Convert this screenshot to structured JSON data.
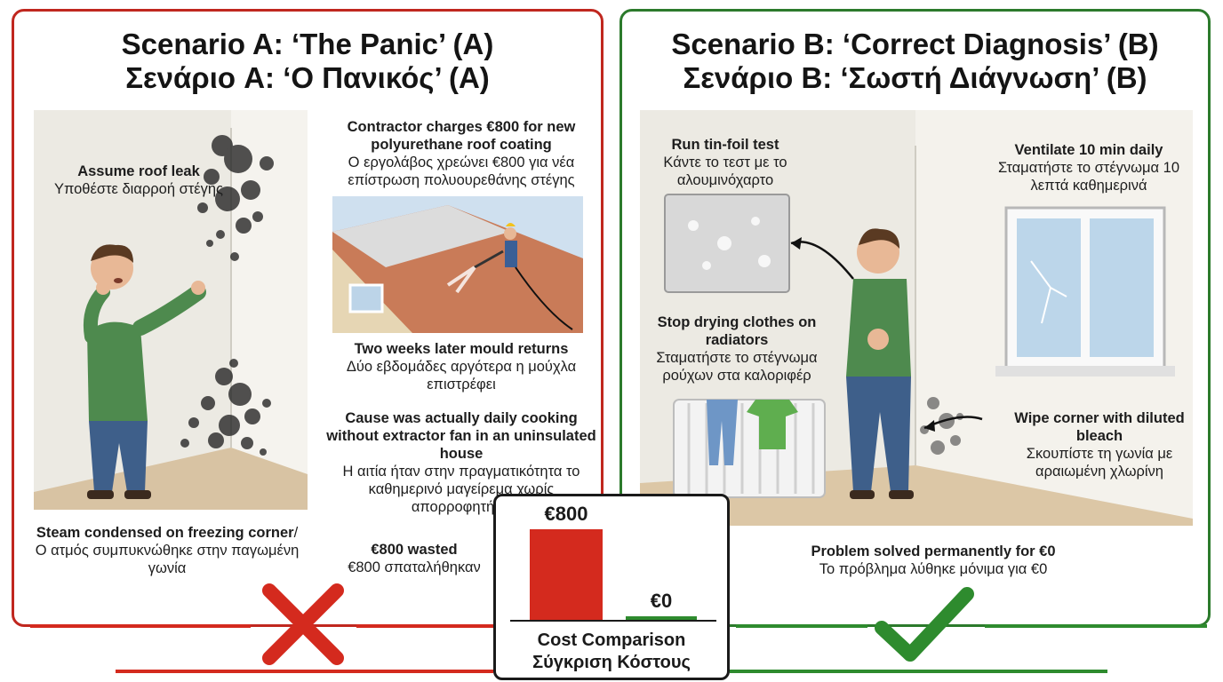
{
  "scenario_a": {
    "title_en": "Scenario A: ‘The Panic’ (A)",
    "title_gr": "Σενάριο A: ‘Ο Πανικός’ (A)",
    "assume": {
      "en": "Assume roof leak",
      "gr": "Υποθέστε διαρροή στέγης"
    },
    "contractor": {
      "en": "Contractor charges €800 for new polyurethane roof coating",
      "gr": "Ο εργολάβος χρεώνει €800 για νέα επίστρωση πολυουρεθάνης στέγης"
    },
    "returns": {
      "en": "Two weeks later mould returns",
      "gr": "Δύο εβδομάδες αργότερα η μούχλα επιστρέφει"
    },
    "cause": {
      "en": "Cause was actually daily cooking without extractor fan in an uninsulated house",
      "gr": "Η αιτία ήταν στην πραγματικότητα το καθημερινό μαγείρεμα χωρίς απορροφητήρα"
    },
    "steam": {
      "en": "Steam condensed on freezing corner",
      "en_sep": "/ ",
      "gr": "Ο ατμός συμπυκνώθηκε στην παγωμένη γωνία"
    },
    "wasted": {
      "en": "€800 wasted",
      "gr": "€800 σπαταλήθηκαν"
    }
  },
  "scenario_b": {
    "title_en": "Scenario B: ‘Correct Diagnosis’ (B)",
    "title_gr": "Σενάριο B: ‘Σωστή Διάγνωση’ (B)",
    "foil": {
      "en": "Run tin-foil test",
      "gr": "Κάντε το τεστ με το αλουμινόχαρτο"
    },
    "ventilate": {
      "en": "Ventilate 10 min daily",
      "gr": "Σταματήστε το στέγνωμα 10 λεπτά καθημερινά"
    },
    "clothes": {
      "en": "Stop drying clothes on radiators",
      "gr": "Σταματήστε το στέγνωμα ρούχων στα καλοριφέρ"
    },
    "wipe": {
      "en": "Wipe corner with diluted bleach",
      "gr": "Σκουπίστε τη γωνία με αραιωμένη χλωρίνη"
    },
    "solved": {
      "en": "Problem solved permanently for €0",
      "gr": "Το πρόβλημα λύθηκε μόνιμα για €0"
    }
  },
  "cost_comparison": {
    "title_en": "Cost Comparison",
    "title_gr": "Σύγκριση Κόστους",
    "bar_a_label": "€800",
    "bar_b_label": "€0",
    "bar_a_value": 800,
    "bar_b_value": 0
  },
  "colors": {
    "red": "#d42a1e",
    "green": "#2e8b2e",
    "panel_a_border": "#c0271f",
    "panel_b_border": "#2c7a2c"
  },
  "icons": {
    "wrong": "cross-icon",
    "right": "check-icon"
  }
}
